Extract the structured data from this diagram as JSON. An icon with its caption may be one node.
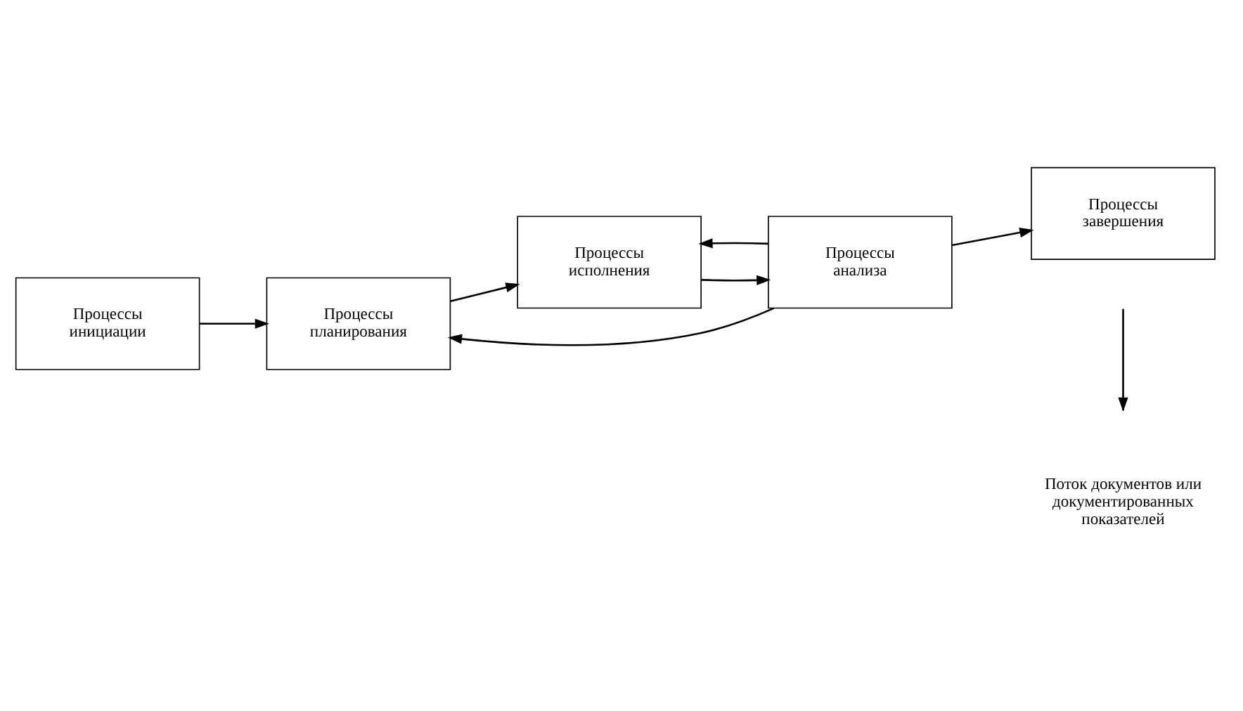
{
  "diagram": {
    "nodes": [
      {
        "text": [
          "Процессы инициации"
        ]
      },
      {
        "text": [
          "Процессы планирования"
        ]
      },
      {
        "text": [
          "Процессы исполнения"
        ]
      },
      {
        "text": [
          "Процессы анализа"
        ]
      },
      {
        "text": [
          "Процессы завершения"
        ]
      }
    ],
    "edges": [
      {
        "from": 0,
        "to": 1,
        "arrow": "to"
      },
      {
        "from": 1,
        "to": 2,
        "arrow": "to"
      },
      {
        "from": 3,
        "to": 1,
        "arrow": "to"
      },
      {
        "from": 3,
        "to": 2,
        "arrow": "to"
      },
      {
        "from": 2,
        "to": 3,
        "arrow": "to"
      },
      {
        "from": 3,
        "to": 4,
        "arrow": "to"
      }
    ],
    "legend": [
      {
        "text": "Поток документов или документированных показателей"
      }
    ]
  }
}
